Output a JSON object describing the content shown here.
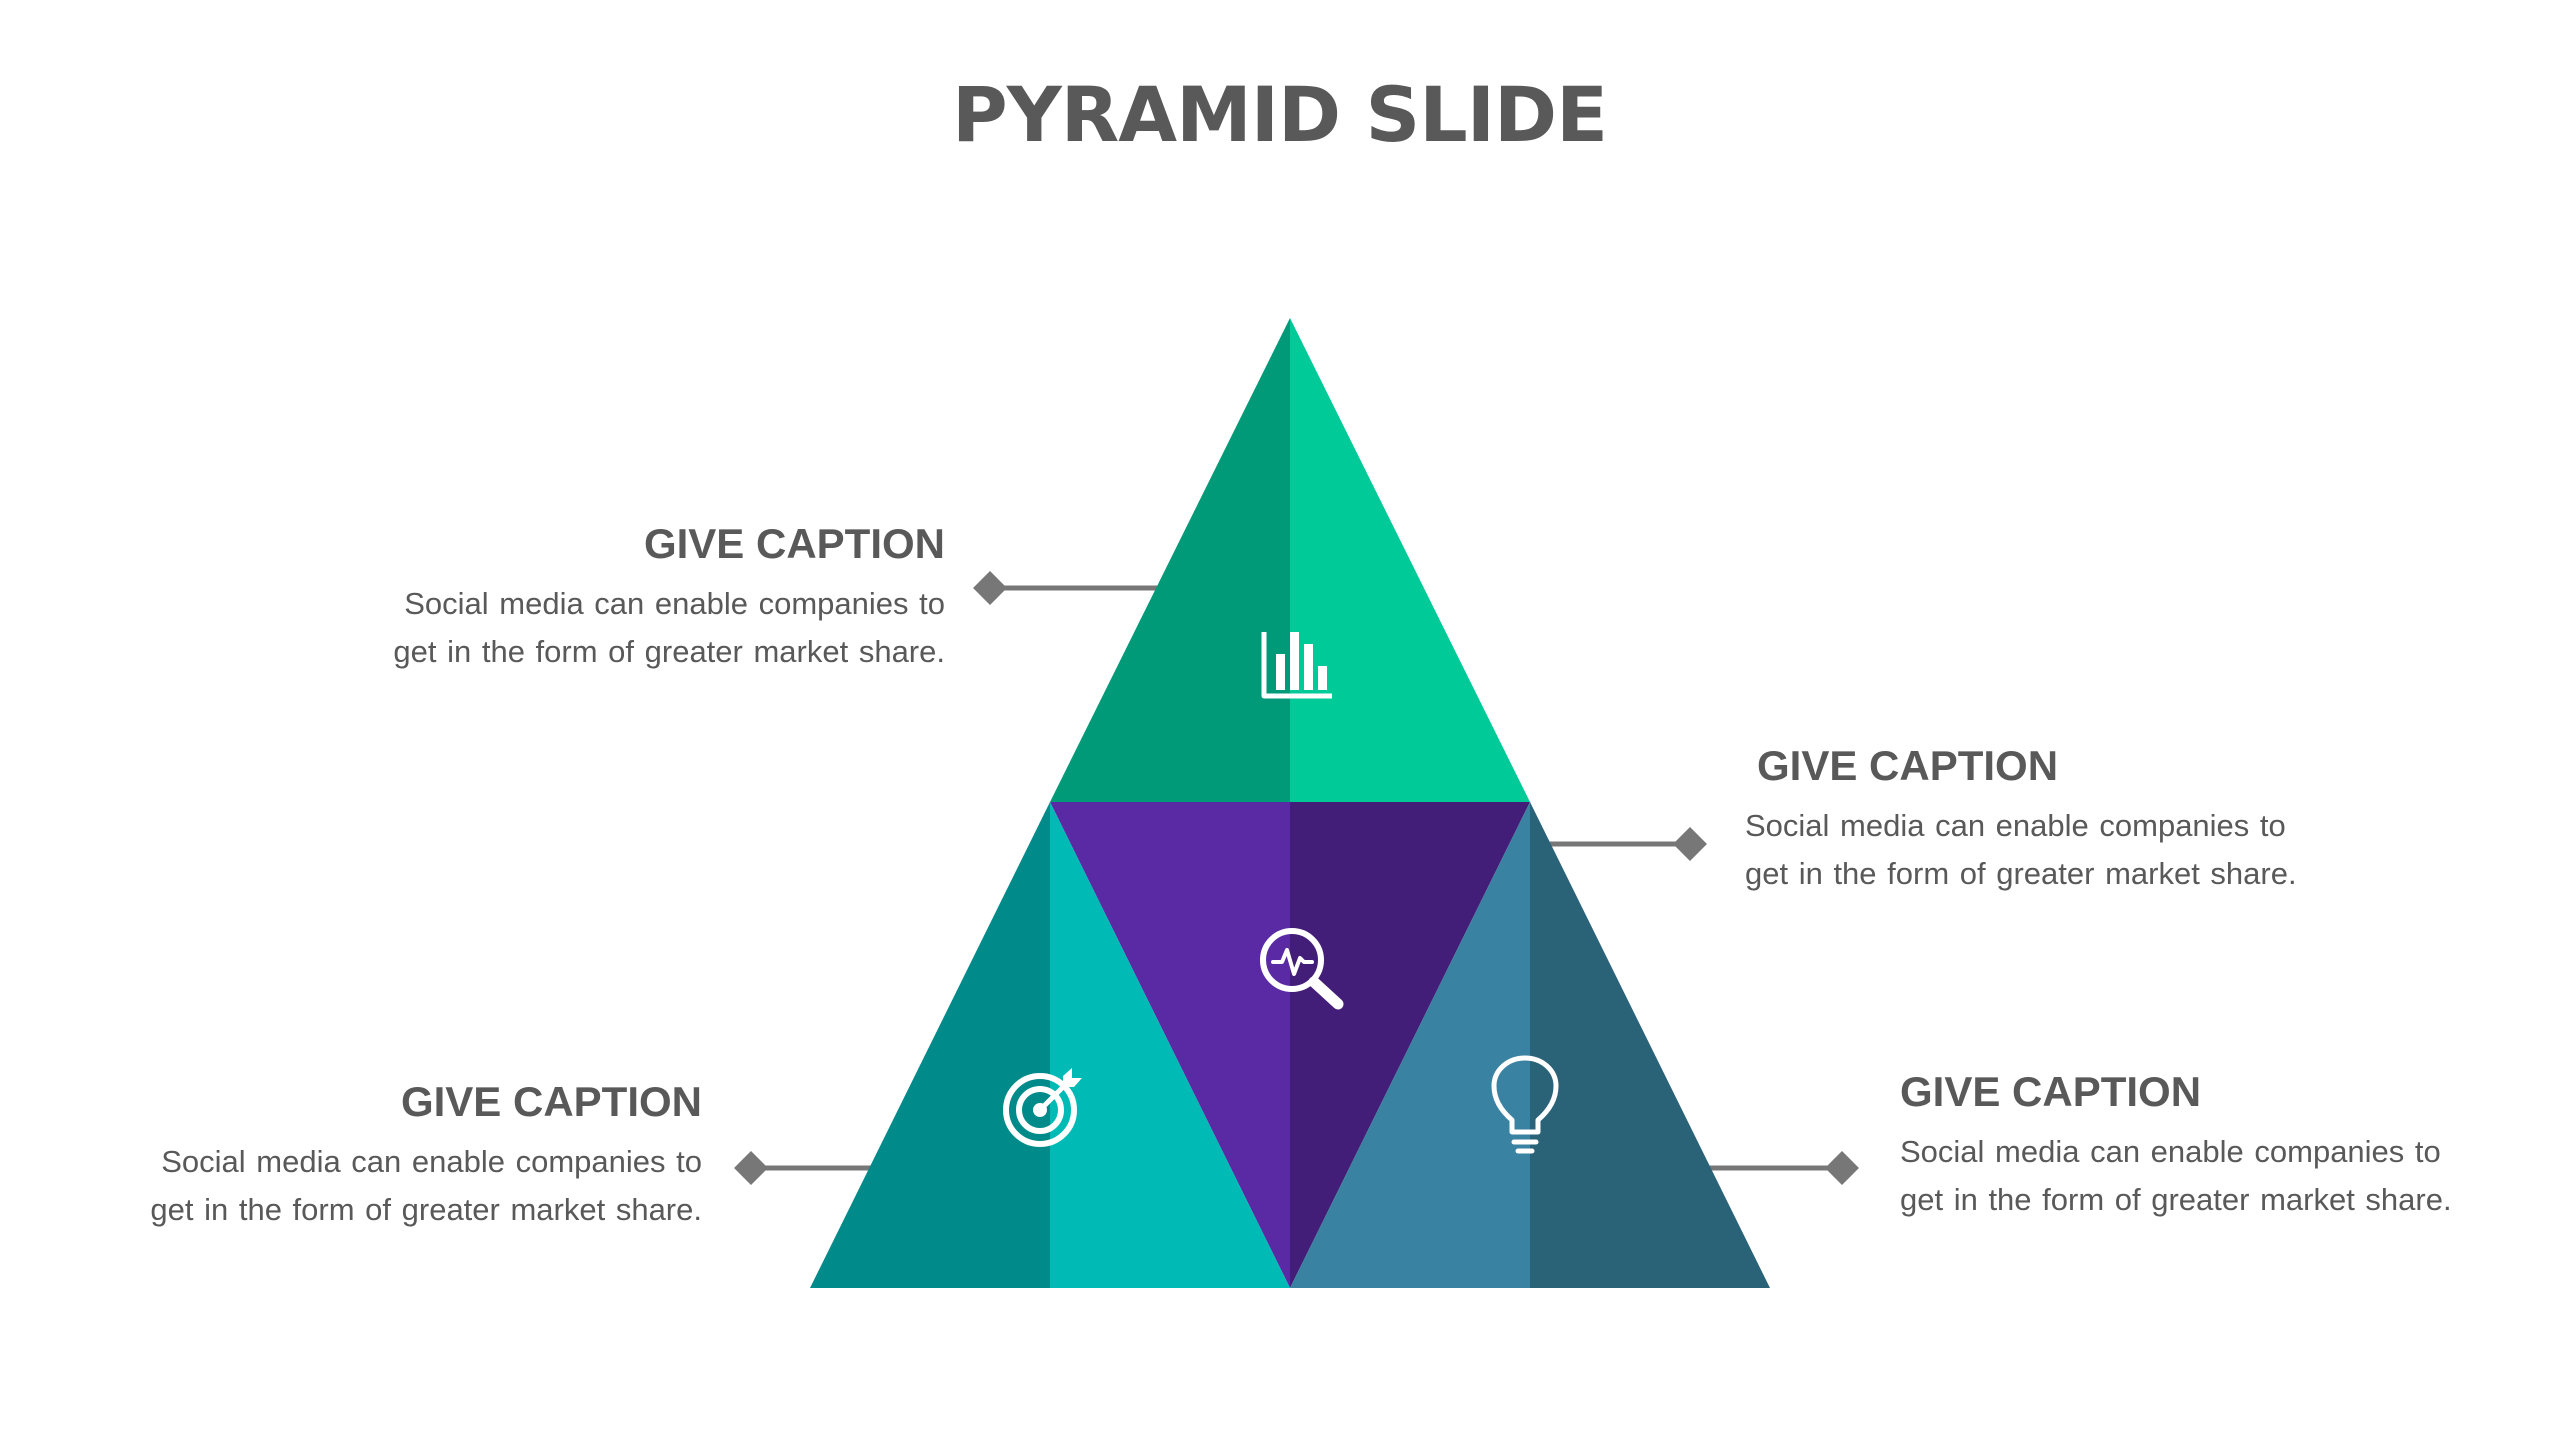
{
  "title": "PYRAMID SLIDE",
  "colors": {
    "top_left": "#009A78",
    "top_right": "#00CA98",
    "center_left": "#5A2AA5",
    "center_right": "#431E78",
    "bottom_left_outer": "#008A8A",
    "bottom_left_inner": "#00BAB6",
    "bottom_right_inner": "#3A82A2",
    "bottom_right_outer": "#2A6278",
    "connector": "#777777",
    "text": "#595959"
  },
  "sections": [
    {
      "id": "top",
      "icon": "bar-chart-icon",
      "caption_title": "GIVE CAPTION",
      "caption_line1": "Social media can enable companies to",
      "caption_line2": "get in the form of greater market share."
    },
    {
      "id": "center",
      "icon": "magnifier-pulse-icon",
      "caption_title": "GIVE CAPTION",
      "caption_line1": "Social media can enable companies to",
      "caption_line2": "get in the form of greater market share."
    },
    {
      "id": "bottom-left",
      "icon": "target-arrow-icon",
      "caption_title": "GIVE CAPTION",
      "caption_line1": "Social media can enable companies to",
      "caption_line2": "get in the form of greater market share."
    },
    {
      "id": "bottom-right",
      "icon": "lightbulb-icon",
      "caption_title": "GIVE CAPTION",
      "caption_line1": "Social media can enable companies to",
      "caption_line2": "get in the form of greater market share."
    }
  ]
}
